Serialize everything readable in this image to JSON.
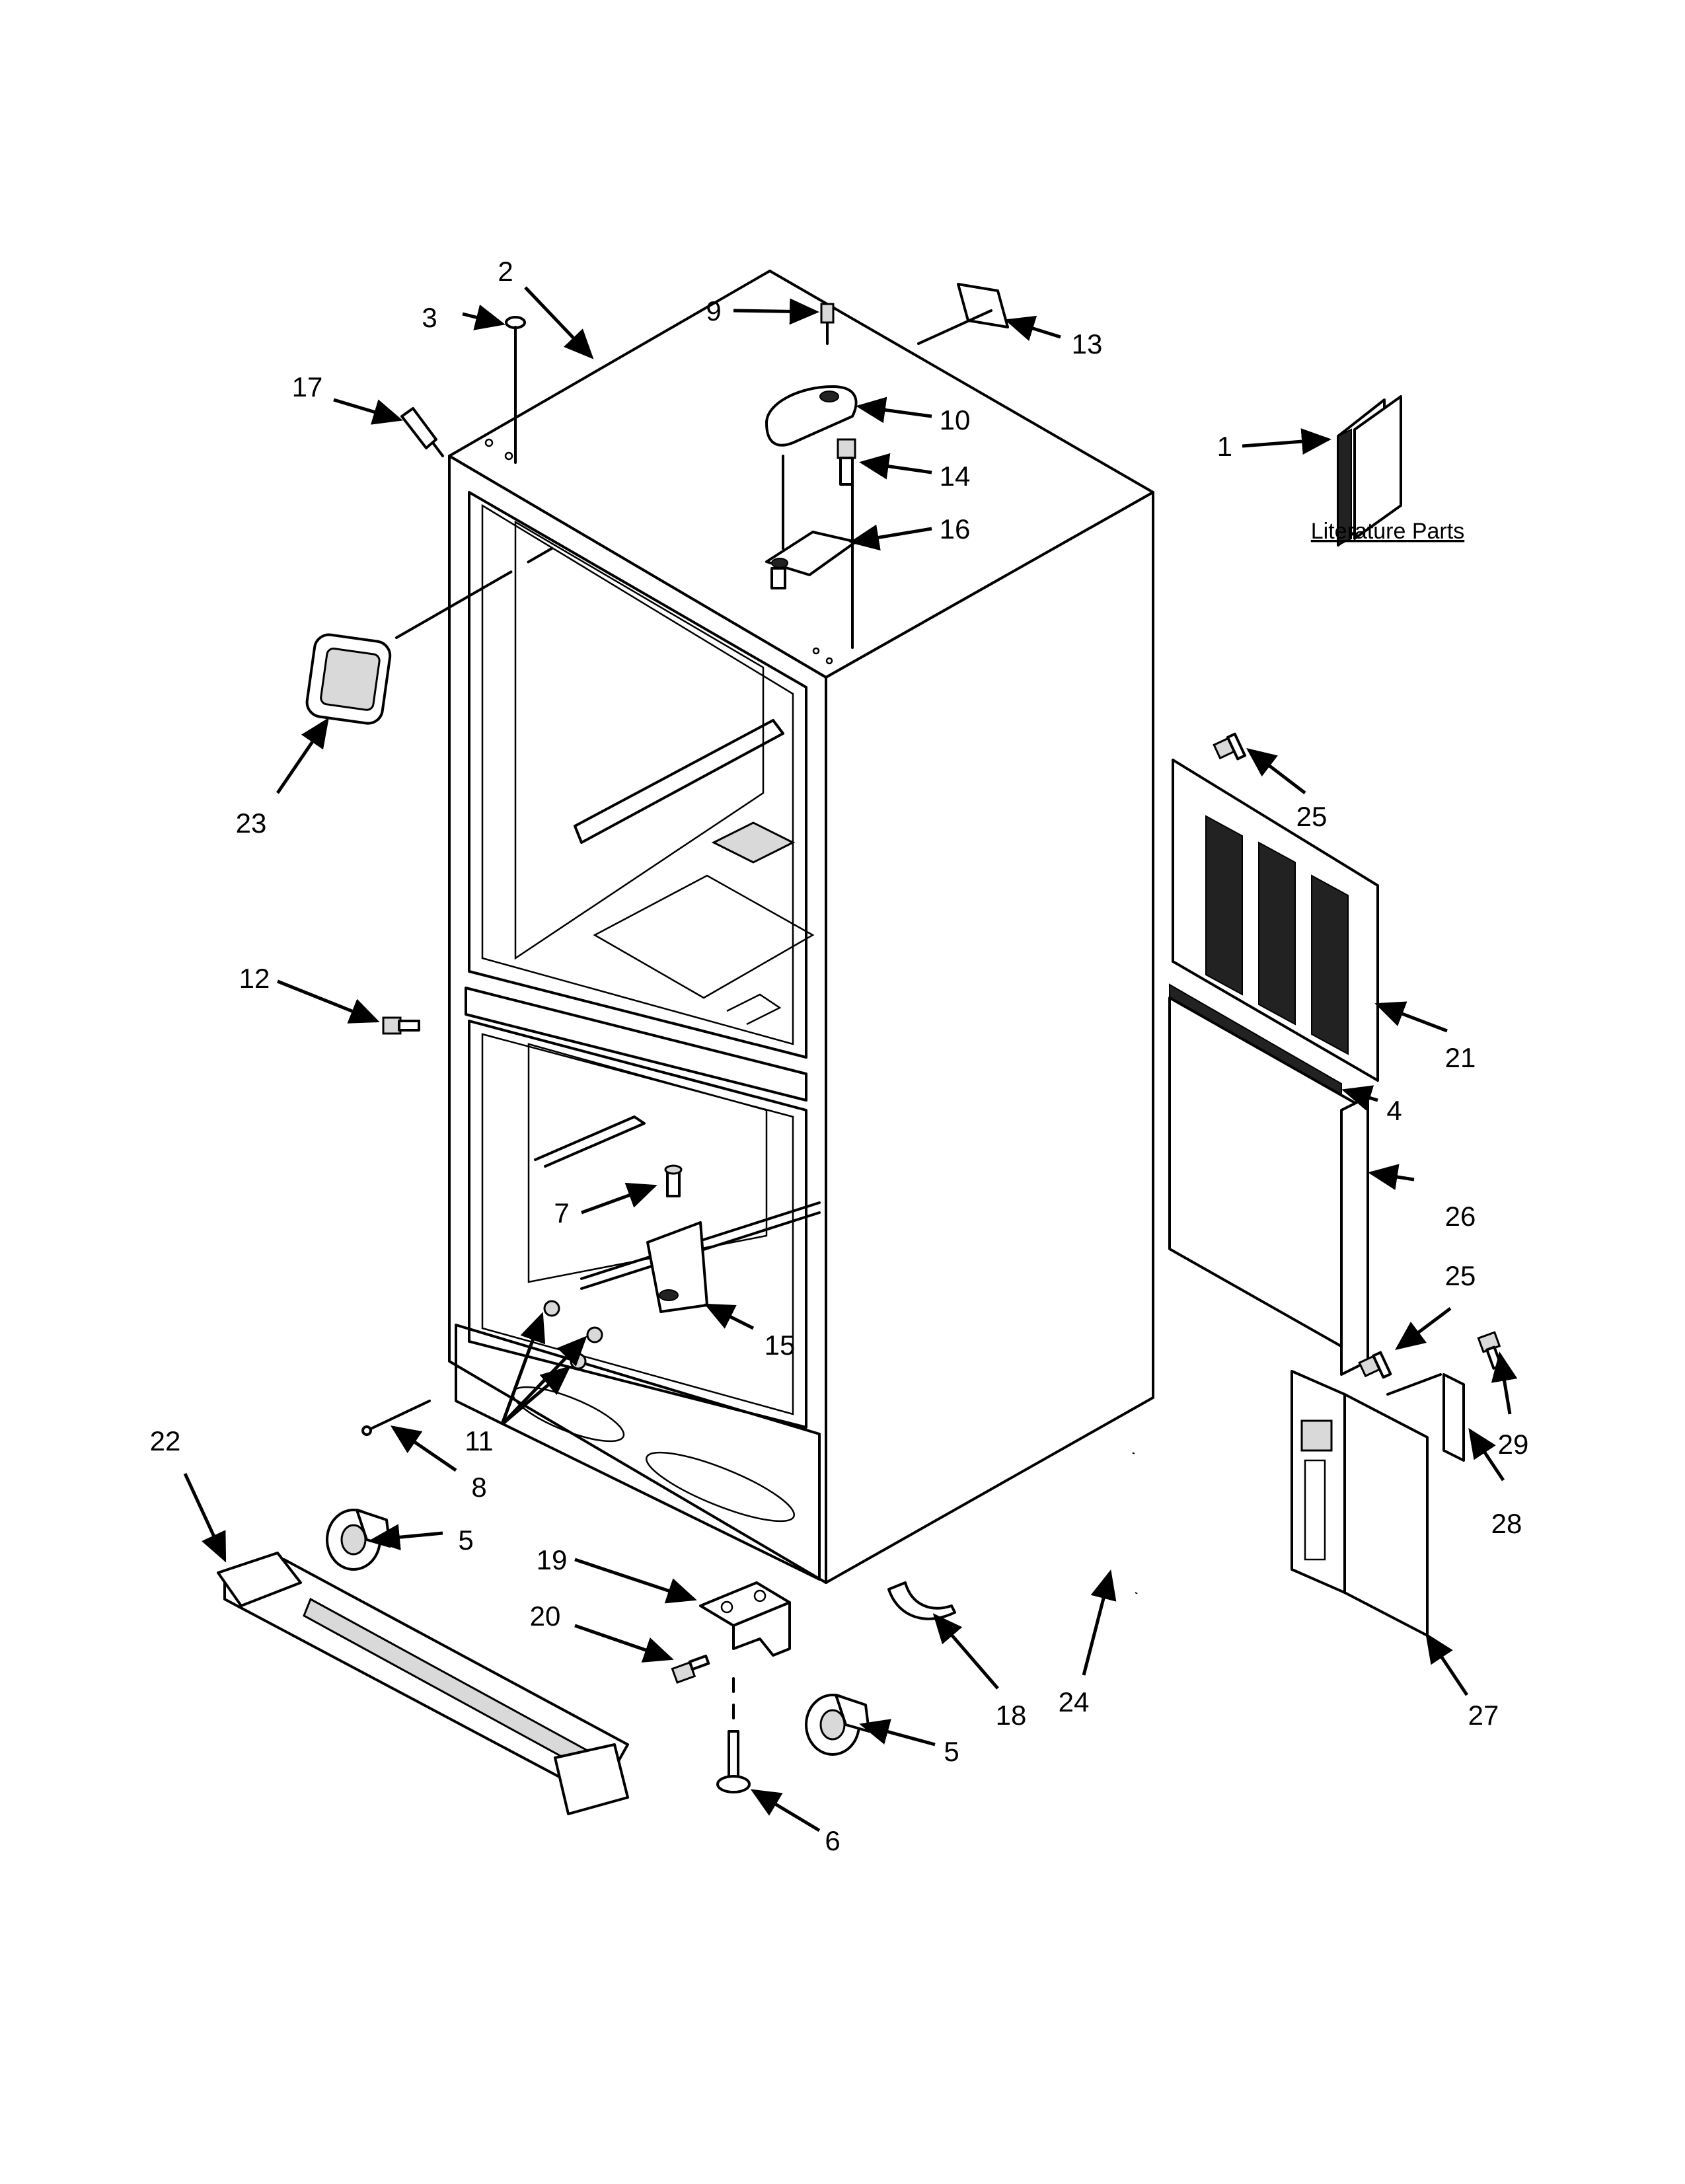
{
  "diagram": {
    "literature_label": "Literature Parts",
    "callouts": {
      "c1": "1",
      "c2": "2",
      "c3": "3",
      "c4": "4",
      "c5a": "5",
      "c5b": "5",
      "c6": "6",
      "c7": "7",
      "c8": "8",
      "c9": "9",
      "c10": "10",
      "c11": "11",
      "c12": "12",
      "c13": "13",
      "c14": "14",
      "c15": "15",
      "c16": "16",
      "c17": "17",
      "c18": "18",
      "c19": "19",
      "c20": "20",
      "c21": "21",
      "c22": "22",
      "c23": "23",
      "c24": "24",
      "c25a": "25",
      "c25b": "25",
      "c26": "26",
      "c27": "27",
      "c28": "28",
      "c29": "29"
    }
  }
}
